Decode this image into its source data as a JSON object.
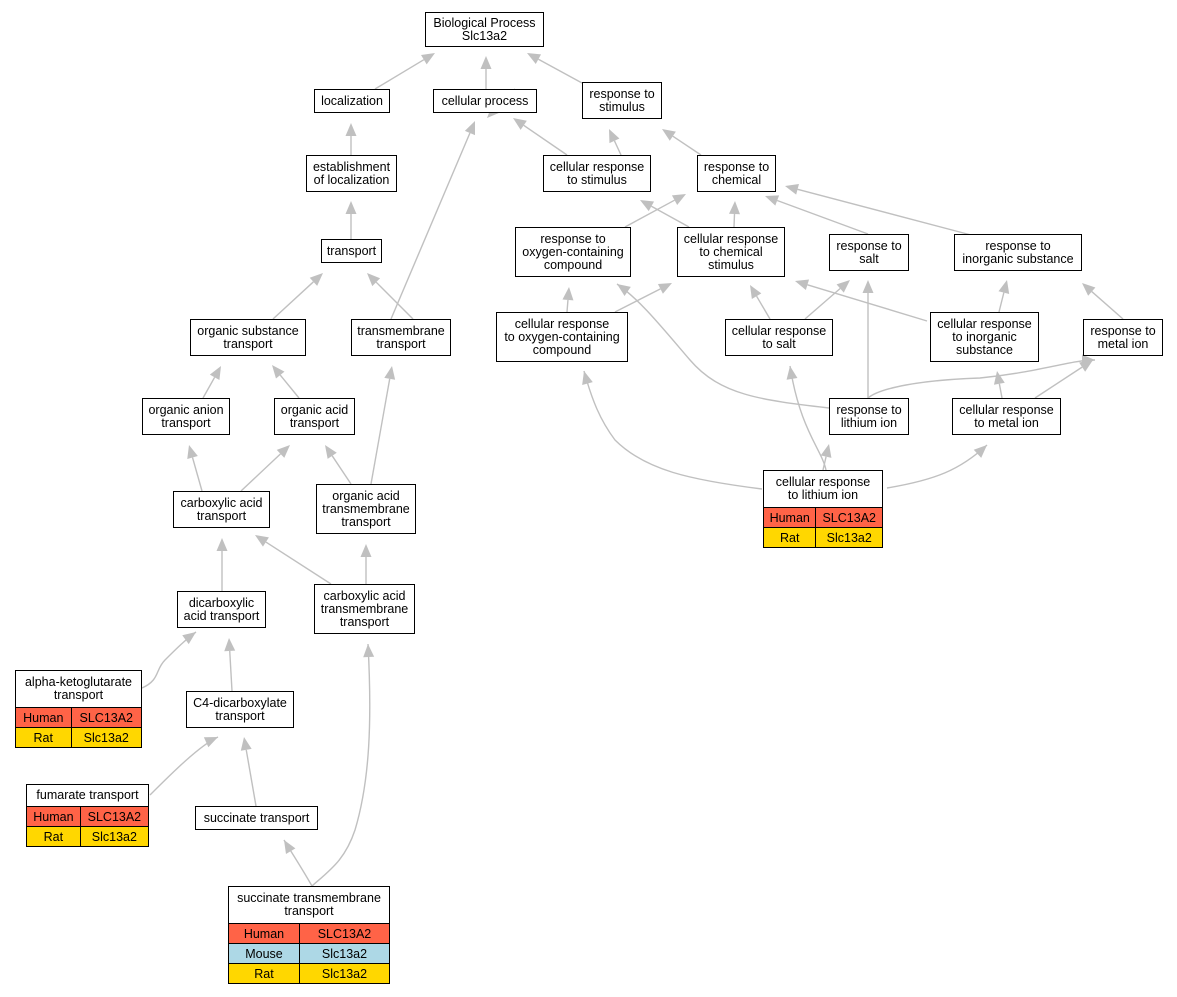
{
  "colors": {
    "edge": "#c0c0c0",
    "human": "#ff6347",
    "mouse": "#add8e6",
    "rat": "#ffd700",
    "border": "#000000"
  },
  "nodes": {
    "bp": "Biological Process\nSlc13a2",
    "localization": "localization",
    "cellular_process": "cellular process",
    "response_stimulus": "response to\nstimulus",
    "establishment_localization": "establishment\nof localization",
    "cellular_response_stimulus": "cellular response\nto stimulus",
    "response_chemical": "response to\nchemical",
    "transport": "transport",
    "response_oxygen": "response to\noxygen-containing\ncompound",
    "cellular_response_chemical": "cellular response\nto chemical\nstimulus",
    "response_salt": "response to\nsalt",
    "response_inorganic": "response to\ninorganic substance",
    "organic_substance_transport": "organic substance\ntransport",
    "transmembrane_transport": "transmembrane\ntransport",
    "cellular_response_oxygen": "cellular response\nto oxygen-containing\ncompound",
    "cellular_response_salt": "cellular response\nto salt",
    "cellular_response_inorganic": "cellular response\nto inorganic\nsubstance",
    "response_metal": "response to\nmetal ion",
    "organic_anion_transport": "organic anion\ntransport",
    "organic_acid_transport": "organic acid\ntransport",
    "response_lithium": "response to\nlithium ion",
    "cellular_response_metal": "cellular response\nto metal ion",
    "carboxylic_acid_transport": "carboxylic acid\ntransport",
    "organic_acid_tm_transport": "organic acid\ntransmembrane\ntransport",
    "dicarboxylic_acid_transport": "dicarboxylic\nacid transport",
    "carboxylic_acid_tm_transport": "carboxylic acid\ntransmembrane\ntransport",
    "c4_dicarboxylate_transport": "C4-dicarboxylate\ntransport",
    "succinate_transport": "succinate transport"
  },
  "annotated": {
    "cellular_response_lithium": {
      "title": "cellular response\nto lithium ion",
      "rows": [
        {
          "species": "Human",
          "gene": "SLC13A2"
        },
        {
          "species": "Rat",
          "gene": "Slc13a2"
        }
      ]
    },
    "alpha_ketoglutarate": {
      "title": "alpha-ketoglutarate\ntransport",
      "rows": [
        {
          "species": "Human",
          "gene": "SLC13A2"
        },
        {
          "species": "Rat",
          "gene": "Slc13a2"
        }
      ]
    },
    "fumarate": {
      "title": "fumarate transport",
      "rows": [
        {
          "species": "Human",
          "gene": "SLC13A2"
        },
        {
          "species": "Rat",
          "gene": "Slc13a2"
        }
      ]
    },
    "succinate_tm": {
      "title": "succinate transmembrane\ntransport",
      "rows": [
        {
          "species": "Human",
          "gene": "SLC13A2"
        },
        {
          "species": "Mouse",
          "gene": "Slc13a2"
        },
        {
          "species": "Rat",
          "gene": "Slc13a2"
        }
      ]
    }
  }
}
